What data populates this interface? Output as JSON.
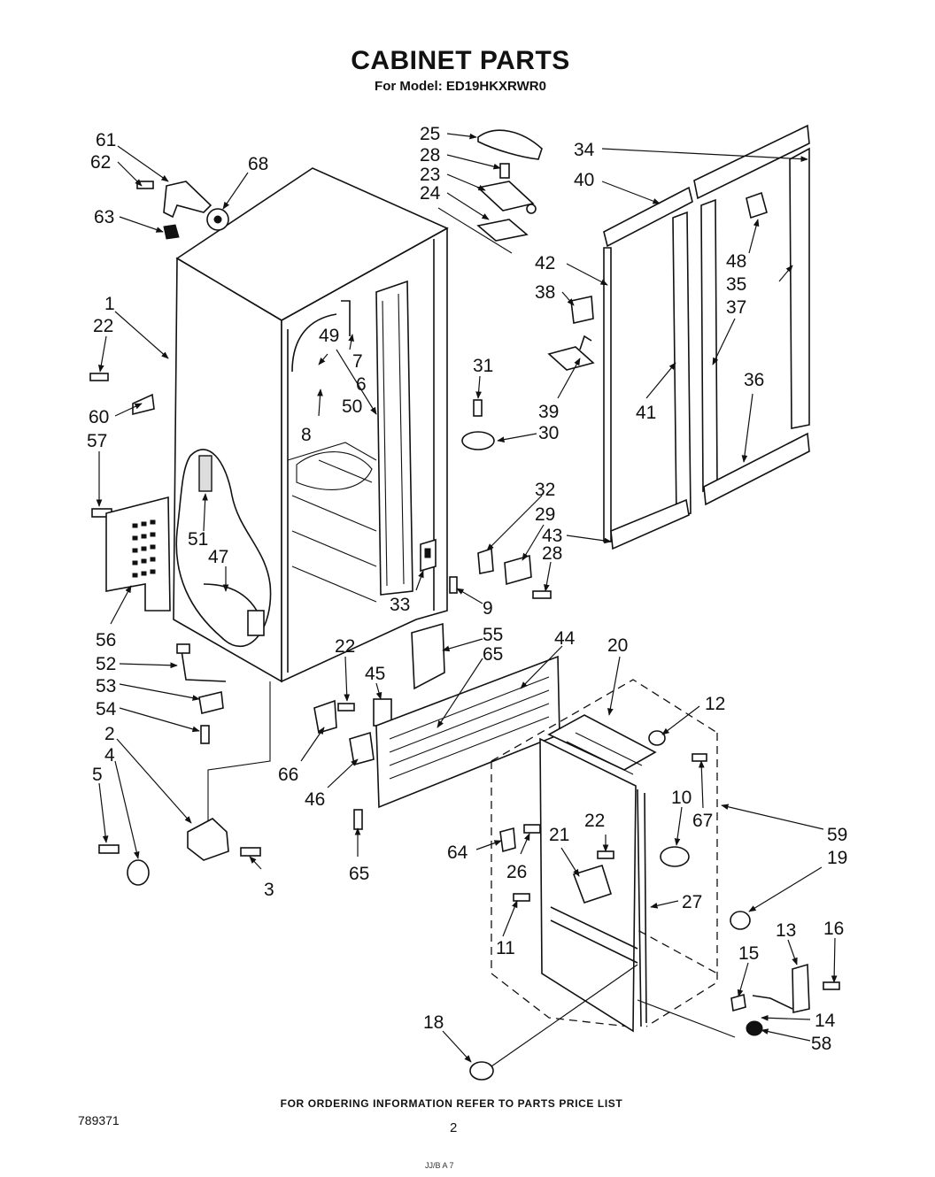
{
  "header": {
    "title": "CABINET PARTS",
    "subtitle": "For Model: ED19HKXRWR0"
  },
  "footer": {
    "ordering_note": "FOR ORDERING INFORMATION REFER TO PARTS PRICE LIST",
    "doc_number": "789371",
    "page_number": "2",
    "stamp": "JJ/B  A  7"
  },
  "callouts": [
    "1",
    "2",
    "3",
    "4",
    "5",
    "6",
    "7",
    "8",
    "9",
    "10",
    "11",
    "12",
    "13",
    "14",
    "15",
    "16",
    "18",
    "19",
    "20",
    "21",
    "22",
    "22",
    "22",
    "23",
    "24",
    "25",
    "26",
    "27",
    "28",
    "28",
    "29",
    "30",
    "31",
    "32",
    "33",
    "34",
    "35",
    "36",
    "37",
    "38",
    "39",
    "40",
    "41",
    "42",
    "43",
    "44",
    "45",
    "46",
    "47",
    "48",
    "49",
    "50",
    "51",
    "52",
    "53",
    "54",
    "55",
    "56",
    "57",
    "58",
    "59",
    "60",
    "61",
    "62",
    "63",
    "64",
    "65",
    "65",
    "66",
    "67",
    "68"
  ]
}
